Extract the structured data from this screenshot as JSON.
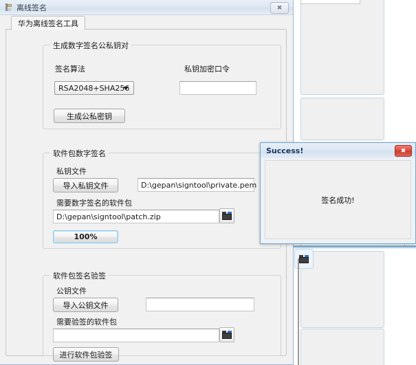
{
  "background_window": {
    "browse_icon": "folder-open-icon"
  },
  "main_window": {
    "title": "离线签名",
    "app_icon": "key-icon",
    "close_label": "✖",
    "tab": {
      "label": "华为离线签名工具"
    },
    "group_keygen": {
      "title": "生成数字签名公私钥对",
      "algorithm_label": "签名算法",
      "algorithm_value": "RSA2048+SHA256",
      "algorithm_options": [
        "RSA2048+SHA256"
      ],
      "password_label": "私钥加密口令",
      "password_value": "",
      "password_placeholder": "",
      "generate_button": "生成公私密钥"
    },
    "group_sign": {
      "title": "软件包数字签名",
      "privatekey_label": "私钥文件",
      "import_privatekey_button": "导入私钥文件",
      "privatekey_path": "D:\\gepan\\signtool\\private.pem",
      "package_label": "需要数字签名的软件包",
      "package_path": "D:\\gepan\\signtool\\patch.zip",
      "browse_icon": "folder-open-icon",
      "progress_button": "100%",
      "progress_percent": 100
    },
    "group_verify": {
      "title": "软件包签名验签",
      "publickey_label": "公钥文件",
      "import_publickey_button": "导入公钥文件",
      "publickey_path": "",
      "package_label": "需要验签的软件包",
      "package_path": "",
      "browse_icon": "folder-open-icon",
      "verify_button": "进行软件包验签"
    }
  },
  "success_dialog": {
    "title": "Success!",
    "message": "签名成功!",
    "close_label": "✖",
    "accent_color": "#6fa5cf",
    "close_color": "#d94a3d"
  }
}
